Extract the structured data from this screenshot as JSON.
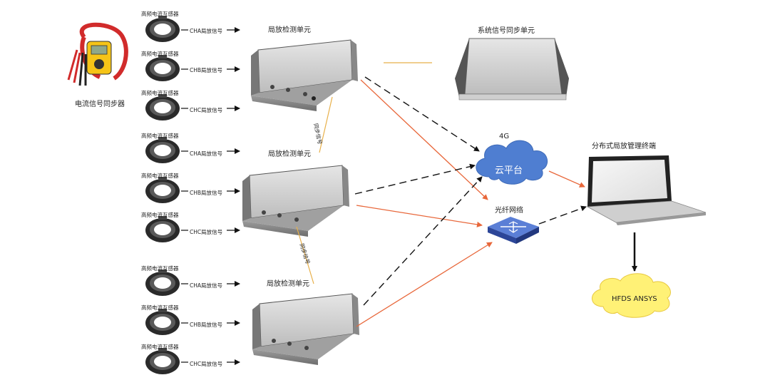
{
  "sensor_group_a": {
    "sensors": [
      {
        "label": "高频电流互感器",
        "signal": "CHA局放信号"
      },
      {
        "label": "高频电流互感器",
        "signal": "CHB局放信号"
      },
      {
        "label": "高频电流互感器",
        "signal": "CHC局放信号"
      }
    ]
  },
  "sensor_group_b": {
    "sensors": [
      {
        "label": "高频电流互感器",
        "signal": "CHA局放信号"
      },
      {
        "label": "高频电流互感器",
        "signal": "CHB局放信号"
      },
      {
        "label": "高频电流互感器",
        "signal": "CHC局放信号"
      }
    ]
  },
  "sensor_group_c": {
    "sensors": [
      {
        "label": "高频电流互感器",
        "signal": "CHA局放信号"
      },
      {
        "label": "高频电流互感器",
        "signal": "CHB局放信号"
      },
      {
        "label": "高频电流互感器",
        "signal": "CHC局放信号"
      }
    ]
  },
  "clamp_sync": {
    "label": "电流信号同步器"
  },
  "detection_units": [
    {
      "label": "局放检测单元"
    },
    {
      "label": "局放检测单元"
    },
    {
      "label": "局放检测单元"
    }
  ],
  "sync_links": [
    {
      "label": "同步信号"
    },
    {
      "label": "同步信号"
    }
  ],
  "system_sync_unit": {
    "label": "系统信号同步单元"
  },
  "cloud": {
    "label": "云平台",
    "network_label": "4G"
  },
  "fiber": {
    "label": "光纤网络"
  },
  "terminal": {
    "label": "分布式局放管理终端"
  },
  "output_cloud": {
    "label": "HFDS  ANSYS"
  },
  "colors": {
    "orange": "#e8673a",
    "dashed": "#111111",
    "sync_line": "#e8b04a",
    "cloud_fill": "#4f7ed1",
    "switch_fill": "#3a5bb6",
    "output_fill": "#fff176"
  }
}
